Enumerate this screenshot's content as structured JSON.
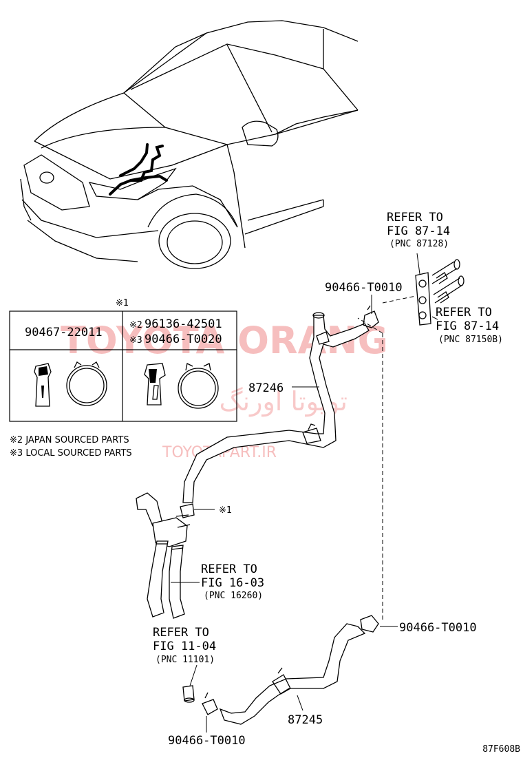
{
  "watermark": {
    "main": "TOYOTA ORANG",
    "persian": "تویوتا اورنگ",
    "url": "TOYOTAPART.IR"
  },
  "table": {
    "marker": "※1",
    "left_part": "90467-22011",
    "right_parts": [
      {
        "mark": "※2",
        "part": "96136-42501"
      },
      {
        "mark": "※3",
        "part": "90466-T0020"
      }
    ]
  },
  "notes": [
    {
      "mark": "※2",
      "text": "JAPAN SOURCED PARTS"
    },
    {
      "mark": "※3",
      "text": "LOCAL SOURCED PARTS"
    }
  ],
  "labels": {
    "ref_87128": {
      "line1": "REFER TO",
      "line2": "FIG 87-14",
      "pnc": "(PNC 87128)"
    },
    "ref_87150b": {
      "line1": "REFER TO",
      "line2": "FIG 87-14",
      "pnc": "(PNC 87150B)"
    },
    "ref_16260": {
      "line1": "REFER TO",
      "line2": "FIG 16-03",
      "pnc": "(PNC 16260)"
    },
    "ref_11101": {
      "line1": "REFER TO",
      "line2": "FIG 11-04",
      "pnc": "(PNC 11101)"
    },
    "clamp_top": "90466-T0010",
    "clamp_mid": "90466-T0010",
    "clamp_bottom": "90466-T0010",
    "hose_upper": "87246",
    "hose_lower": "87245",
    "clip_marker": "※1",
    "figure_id": "87F608B"
  }
}
